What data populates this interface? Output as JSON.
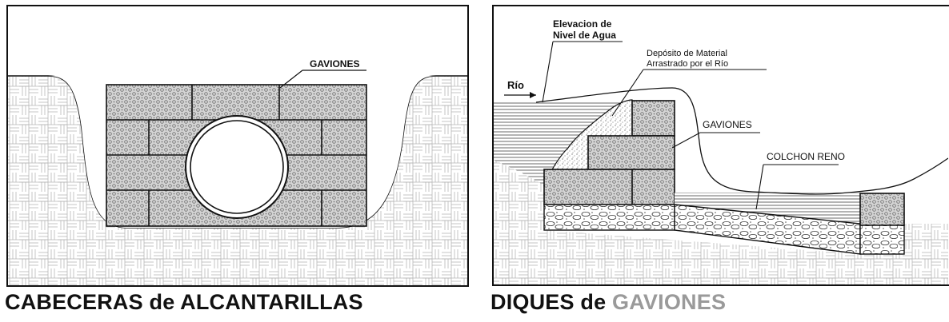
{
  "left_panel": {
    "label_gaviones": "GAVIONES",
    "caption": "CABECERAS de ALCANTARILLAS"
  },
  "right_panel": {
    "label_elevacion_line1": "Elevacion de",
    "label_elevacion_line2": "Nivel de Agua",
    "label_rio": "Río",
    "label_deposito_line1": "Depósito de Material",
    "label_deposito_line2": "Arrastrado por el Río",
    "label_gaviones": "GAVIONES",
    "label_colchon": "COLCHON RENO",
    "caption_part1": "DIQUES de ",
    "caption_part2": "GAVIONES"
  },
  "colors": {
    "line": "#111111",
    "soil_pattern": "#b5b5b5",
    "gabion_fill": "#c9c9c9",
    "water_lines": "#6a6a6a",
    "caption_light": "#9a9a9a"
  }
}
